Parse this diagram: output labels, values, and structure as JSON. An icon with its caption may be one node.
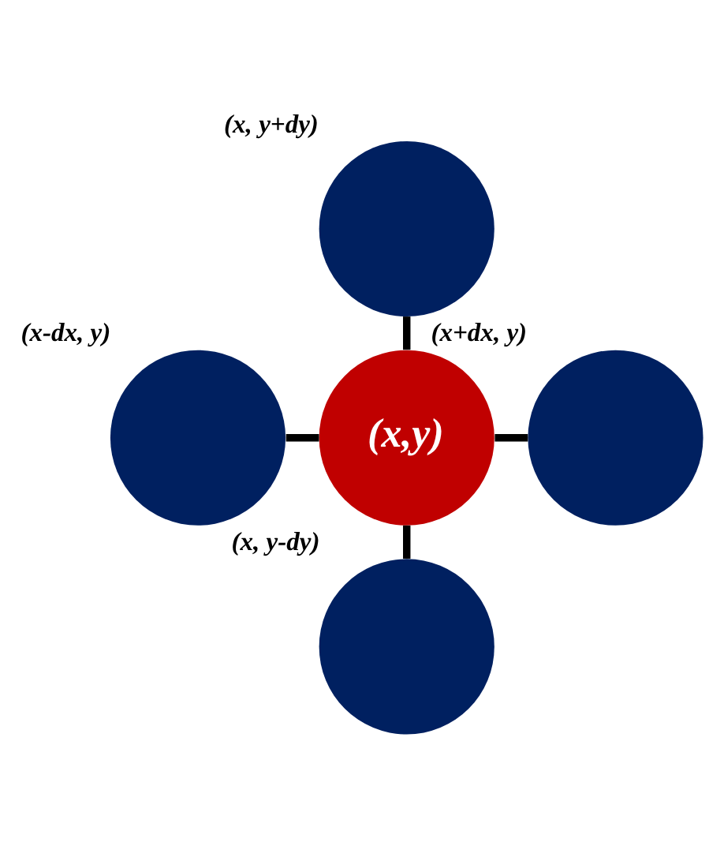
{
  "diagram": {
    "nodes": [
      {
        "text": [
          "(x, y+dy)"
        ]
      },
      {
        "text": [
          "(x-dx, y)"
        ]
      },
      {
        "text": [
          "(x,y)"
        ]
      },
      {
        "text": [
          "(x+dx, y)"
        ]
      },
      {
        "text": [
          "(x, y-dy)"
        ]
      }
    ],
    "edges": [
      {
        "from": 0,
        "to": 2,
        "arrow": "none"
      },
      {
        "from": 1,
        "to": 2,
        "arrow": "none"
      },
      {
        "from": 2,
        "to": 3,
        "arrow": "none"
      },
      {
        "from": 2,
        "to": 4,
        "arrow": "none"
      }
    ]
  }
}
